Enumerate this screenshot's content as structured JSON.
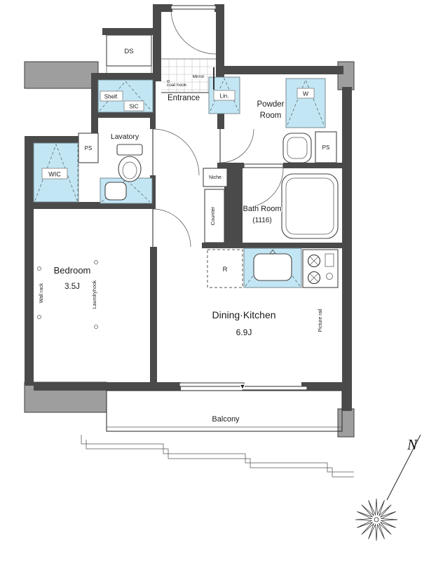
{
  "colors": {
    "wall": "#4a4a4a",
    "column": "#9e9e9e",
    "fixture": "#c3e6f4",
    "line": "#333333",
    "background": "#ffffff"
  },
  "plan": {
    "ds": "DS",
    "shelf": "Shelf.",
    "sic": "SIC",
    "entrance": "Entrance",
    "mirror": "Mirror",
    "coat_hook": "coat hook",
    "lin": "Lin.",
    "powder_line1": "Powder",
    "powder_line2": "Room",
    "washer": "W",
    "ps_right": "PS",
    "lavatory": "Lavatory",
    "ps_left": "PS",
    "wic": "WIC",
    "niche": "Niche",
    "counter": "Counter",
    "bath_line1": "Bath Room",
    "bath_line2": "(1116)",
    "refrigerator": "R",
    "bedroom": "Bedroom",
    "bedroom_size": "3.5J",
    "dining_kitchen": "Dining·Kitchen",
    "dining_kitchen_size": "6.9J",
    "wall_rack": "Wall rack",
    "laundry_hook": "Laundryhook",
    "picture_rail": "Picture rail",
    "balcony": "Balcony",
    "door_marker": "▼",
    "north": "N"
  }
}
